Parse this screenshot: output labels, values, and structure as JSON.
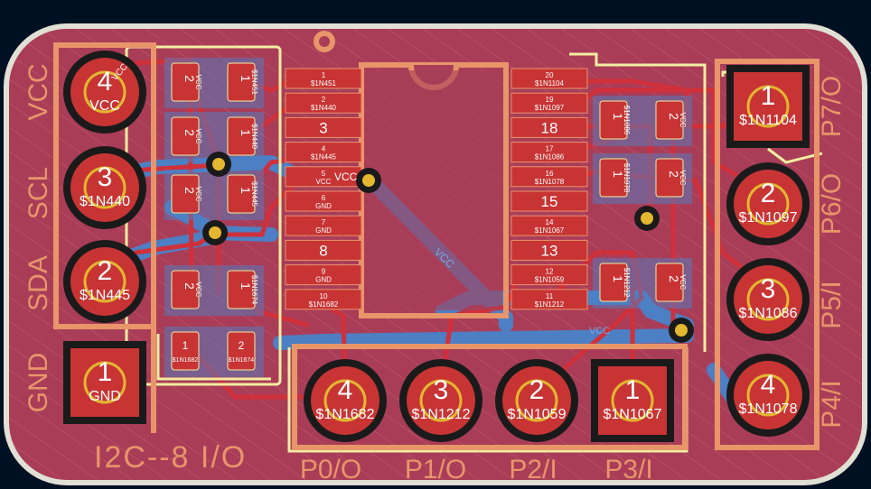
{
  "colors": {
    "background": "#001023",
    "board_edge": "#d8d8c8",
    "copper_front": "#c83434",
    "copper_back": "#4d7fc4",
    "board_fill": "#a93d58",
    "silkscreen": "#f2eda1",
    "fab_outline": "#e8956a",
    "pad_label": "#ffffff",
    "via_fill": "#e3b72f",
    "hole": "#000000"
  },
  "board": {
    "title": "I2C--8 I/O"
  },
  "left_header": {
    "pins": [
      {
        "num": "4",
        "net": "VCC",
        "label": "VCC"
      },
      {
        "num": "3",
        "net": "$1N440",
        "label": "SCL"
      },
      {
        "num": "2",
        "net": "$1N445",
        "label": "SDA"
      },
      {
        "num": "1",
        "net": "GND",
        "label": "GND"
      }
    ]
  },
  "right_header": {
    "pins": [
      {
        "num": "1",
        "net": "$1N1104",
        "label": "P7/O"
      },
      {
        "num": "2",
        "net": "$1N1097",
        "label": "P6/O"
      },
      {
        "num": "3",
        "net": "$1N1086",
        "label": "P5/I"
      },
      {
        "num": "4",
        "net": "$1N1078",
        "label": "P4/I"
      }
    ]
  },
  "bottom_header": {
    "pins": [
      {
        "num": "4",
        "net": "$1N1682",
        "label": "P0/O"
      },
      {
        "num": "3",
        "net": "$1N1212",
        "label": "P1/O"
      },
      {
        "num": "2",
        "net": "$1N1059",
        "label": "P2/I"
      },
      {
        "num": "1",
        "net": "$1N1067",
        "label": "P3/I"
      }
    ]
  },
  "ic": {
    "left_pins": [
      {
        "num": "1",
        "net": "$1N451"
      },
      {
        "num": "2",
        "net": "$1N440"
      },
      {
        "num": "3",
        "net": ""
      },
      {
        "num": "4",
        "net": "$1N445"
      },
      {
        "num": "5",
        "net": "VCC"
      },
      {
        "num": "6",
        "net": "GND"
      },
      {
        "num": "7",
        "net": "GND"
      },
      {
        "num": "8",
        "net": ""
      },
      {
        "num": "9",
        "net": "GND"
      },
      {
        "num": "10",
        "net": "$1N1682"
      }
    ],
    "right_pins": [
      {
        "num": "20",
        "net": "$1N1104"
      },
      {
        "num": "19",
        "net": "$1N1097"
      },
      {
        "num": "18",
        "net": ""
      },
      {
        "num": "17",
        "net": "$1N1086"
      },
      {
        "num": "16",
        "net": "$1N1078"
      },
      {
        "num": "15",
        "net": ""
      },
      {
        "num": "14",
        "net": "$1N1067"
      },
      {
        "num": "13",
        "net": ""
      },
      {
        "num": "12",
        "net": "$1N1059"
      },
      {
        "num": "11",
        "net": "$1N1212"
      }
    ]
  },
  "small_parts": [
    {
      "pad2": "2",
      "pad2_net": "VCC",
      "pad1": "1",
      "pad1_net": "$1N451"
    },
    {
      "pad2": "2",
      "pad2_net": "VCC",
      "pad1": "1",
      "pad1_net": "$1N440"
    },
    {
      "pad2": "2",
      "pad2_net": "VCC",
      "pad1": "1",
      "pad1_net": "$1N445"
    },
    {
      "pad2": "2",
      "pad2_net": "VCC",
      "pad1": "1",
      "pad1_net": "$1N1674"
    },
    {
      "pad1": "1",
      "pad1_net": "$1N1682",
      "pad2": "2",
      "pad2_net": "$1N1674"
    },
    {
      "pad1": "1",
      "pad1_net": "$1N1086",
      "pad2": "2",
      "pad2_net": "VCC"
    },
    {
      "pad1": "1",
      "pad1_net": "$1N1078",
      "pad2": "2",
      "pad2_net": "VCC"
    },
    {
      "pad1": "1",
      "pad1_net": "$1N1212",
      "pad2": "2",
      "pad2_net": "VCC"
    }
  ],
  "net_labels": {
    "vcc_via": "VCC",
    "vcc_back_trace": "VCC",
    "vcc_bottom_trace": "VCC",
    "vcc_top_trace": "VCC"
  }
}
